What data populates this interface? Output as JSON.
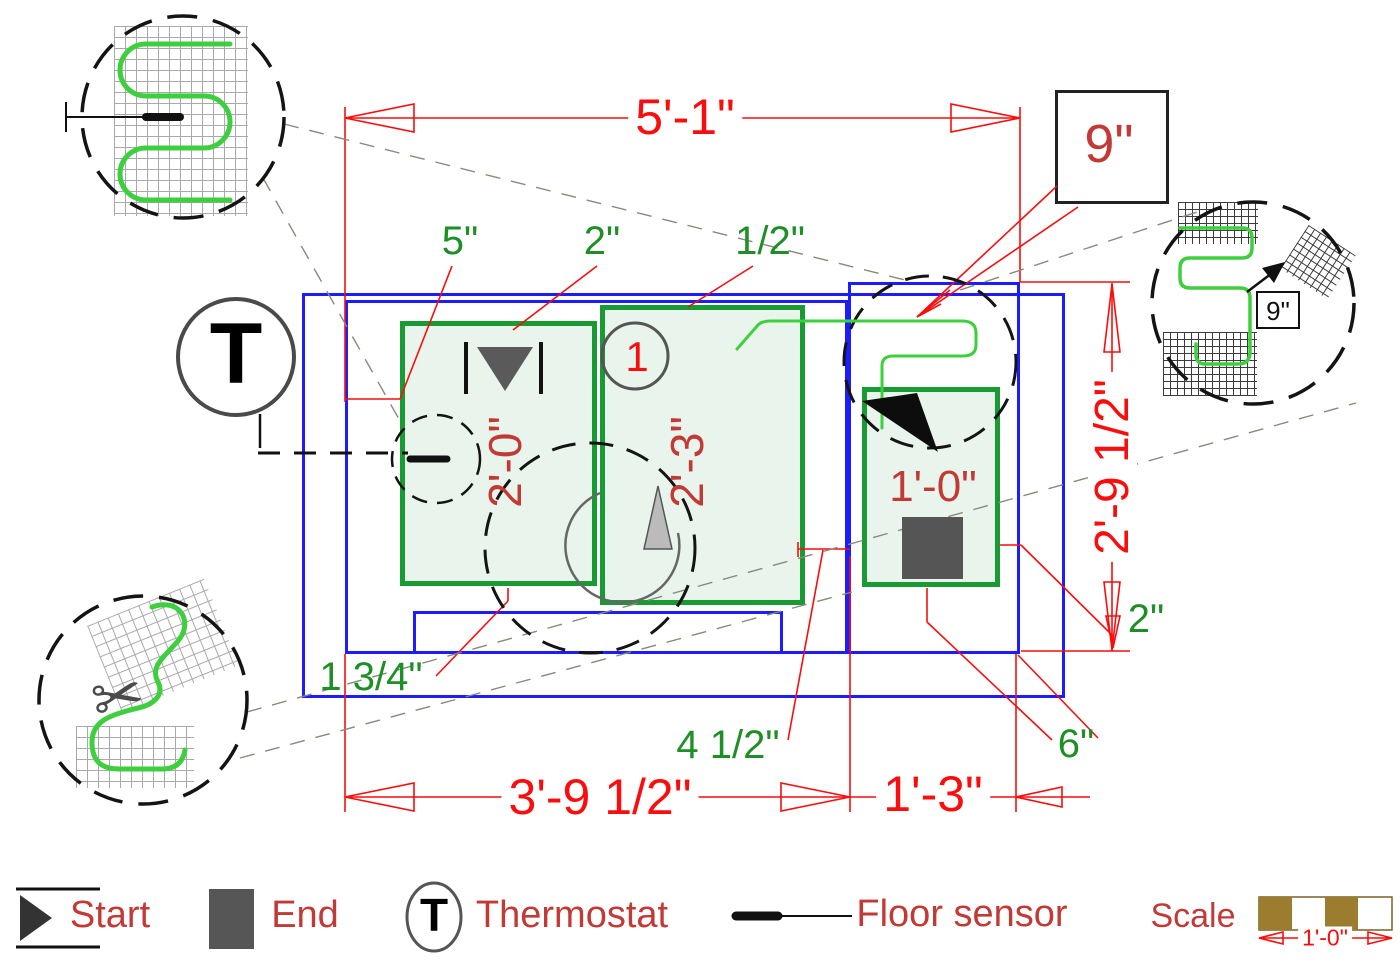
{
  "drawing": {
    "dimensions": {
      "total_width": "5'-1\"",
      "total_height": "2'-9 1/2\"",
      "main_width": "3'-9 1/2\"",
      "closet_width": "1'-3\"",
      "mat_a_width": "2'-0\"",
      "mat_b_width": "2'-3\"",
      "mat_c_width": "1'-0\"",
      "cable_offset": "9\"",
      "detail_cable_offset": "9\"",
      "zone_number": "1"
    },
    "clearances": {
      "left_wall": "5\"",
      "top_wall": "2\"",
      "mat_gap": "1/2\"",
      "bottom_wall": "1 3/4\"",
      "mat_to_closet": "4 1/2\"",
      "closet_right": "2\"",
      "closet_bottom": "6\""
    }
  },
  "legend": {
    "start_label": "Start",
    "end_label": "End",
    "thermostat_label": "Thermostat",
    "thermostat_symbol": "T",
    "floor_sensor_label": "Floor sensor",
    "scale_label": "Scale",
    "scale_length": "1'-0\""
  },
  "icons": {
    "scissors": "✂"
  },
  "colors": {
    "wall_blue": "#1c1cff",
    "mat_green": "#189b33",
    "cable_green": "#3ecf3e",
    "dimension_red": "#f90d0d",
    "text_crimson": "#c13a35",
    "label_green": "#1e8f26",
    "scale_brown": "#9c7c2e"
  }
}
